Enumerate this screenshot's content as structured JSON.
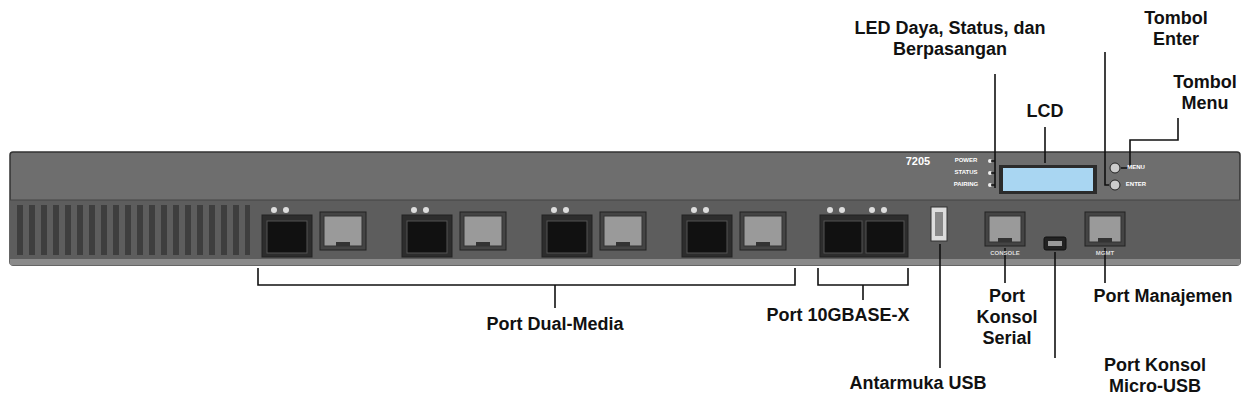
{
  "diagram": {
    "labels": [
      "LED Daya, Status, dan Berpasangan",
      "Tombol Enter",
      "Tombol Menu",
      "LCD",
      "Port Dual-Media",
      "Port 10GBASE-X",
      "Antarmuka USB",
      "Port Konsol Serial",
      "Port Konsol Micro-USB",
      "Port Manajemen",
      "7205",
      "POWER",
      "STATUS",
      "PAIRING",
      "MENU",
      "ENTER",
      "CONSOLE",
      "MGMT"
    ]
  }
}
